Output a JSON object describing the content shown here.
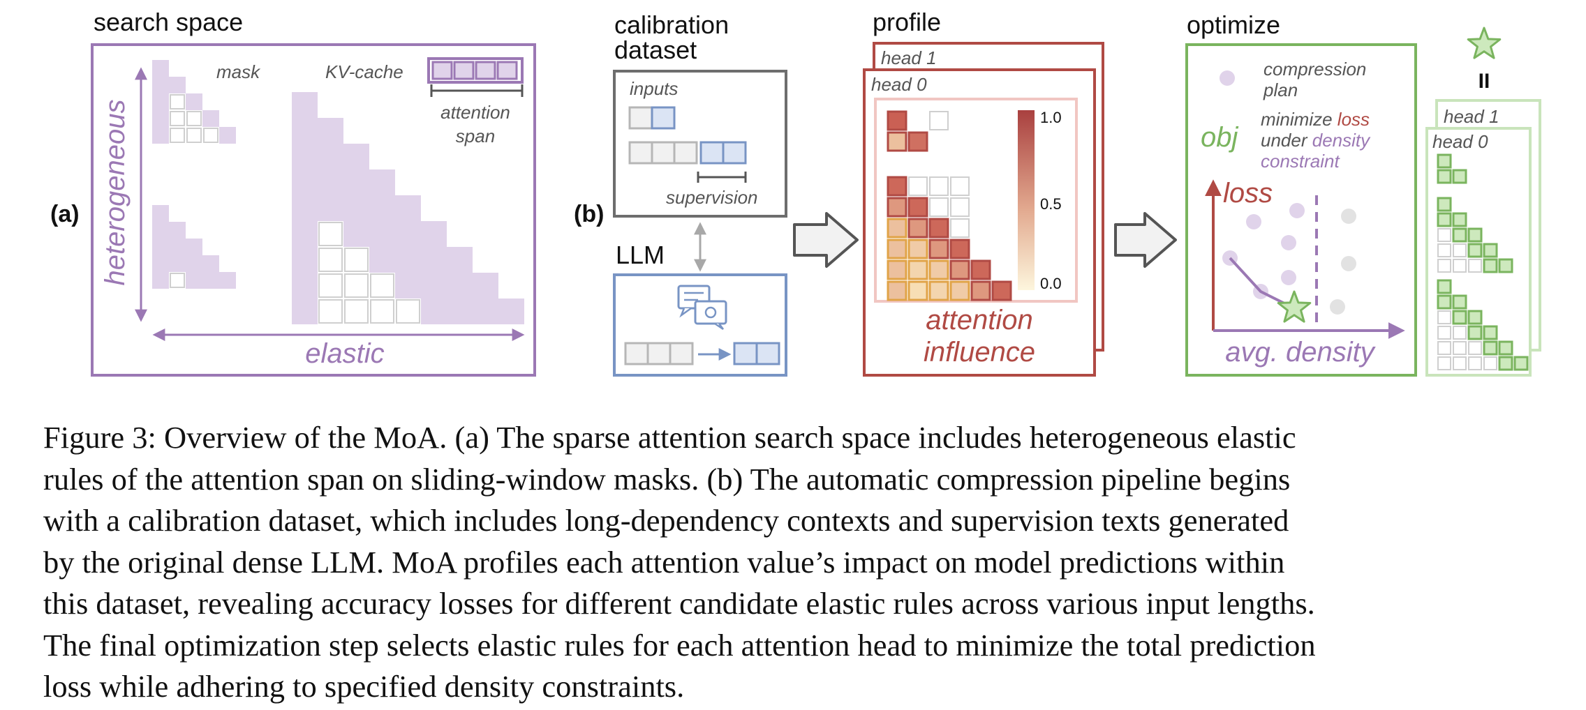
{
  "panel_a": {
    "tag": "(a)",
    "title": "search space",
    "mask_label": "mask",
    "kvcache_label": "KV-cache",
    "span_label_1": "attention",
    "span_label_2": "span",
    "vertical_axis_label": "heterogeneous",
    "horizontal_axis_label": "elastic",
    "colors": {
      "frame": "#9b78b4",
      "fill": "#e0d3ea",
      "grid": "#cfcfcf"
    }
  },
  "panel_b": {
    "tag": "(b)",
    "calibration_title_1": "calibration",
    "calibration_title_2": "dataset",
    "inputs_label": "inputs",
    "supervision_label": "supervision",
    "llm_title": "LLM",
    "profile_title": "profile",
    "head1_label": "head 1",
    "head0_label": "head 0",
    "colorbar_ticks": [
      "1.0",
      "0.5",
      "0.0"
    ],
    "influence_label_1": "attention",
    "influence_label_2": "influence",
    "optimize_title": "optimize",
    "legend_text_1": "compression",
    "legend_text_2": "plan",
    "obj_label": "obj",
    "obj_line1_a": "minimize ",
    "obj_line1_b": "loss",
    "obj_line2_a": "under ",
    "obj_line2_b": "density",
    "obj_line3": "constraint",
    "loss_axis_label": "loss",
    "density_axis_label": "avg. density",
    "equals_symbol": "II",
    "result_head1_label": "head 1",
    "result_head0_label": "head 0",
    "colors": {
      "calib": "#6d6d6d",
      "llm_box": "#7894c4",
      "profile": "#b04a44",
      "optimize": "#7ab45e",
      "purple": "#9b78b4"
    }
  },
  "caption": {
    "lines": [
      "Figure 3: Overview of the MoA. (a) The sparse attention search space includes heterogeneous elastic",
      "rules of the attention span on sliding-window masks. (b) The automatic compression pipeline begins",
      "with a calibration dataset, which includes long-dependency contexts and supervision texts generated",
      "by the original dense LLM. MoA profiles each attention value’s impact on model predictions within",
      "this dataset, revealing accuracy losses for different candidate elastic rules across various input lengths.",
      "The final optimization step selects elastic rules for each attention head to minimize the total prediction",
      "loss while adhering to specified density constraints."
    ]
  }
}
